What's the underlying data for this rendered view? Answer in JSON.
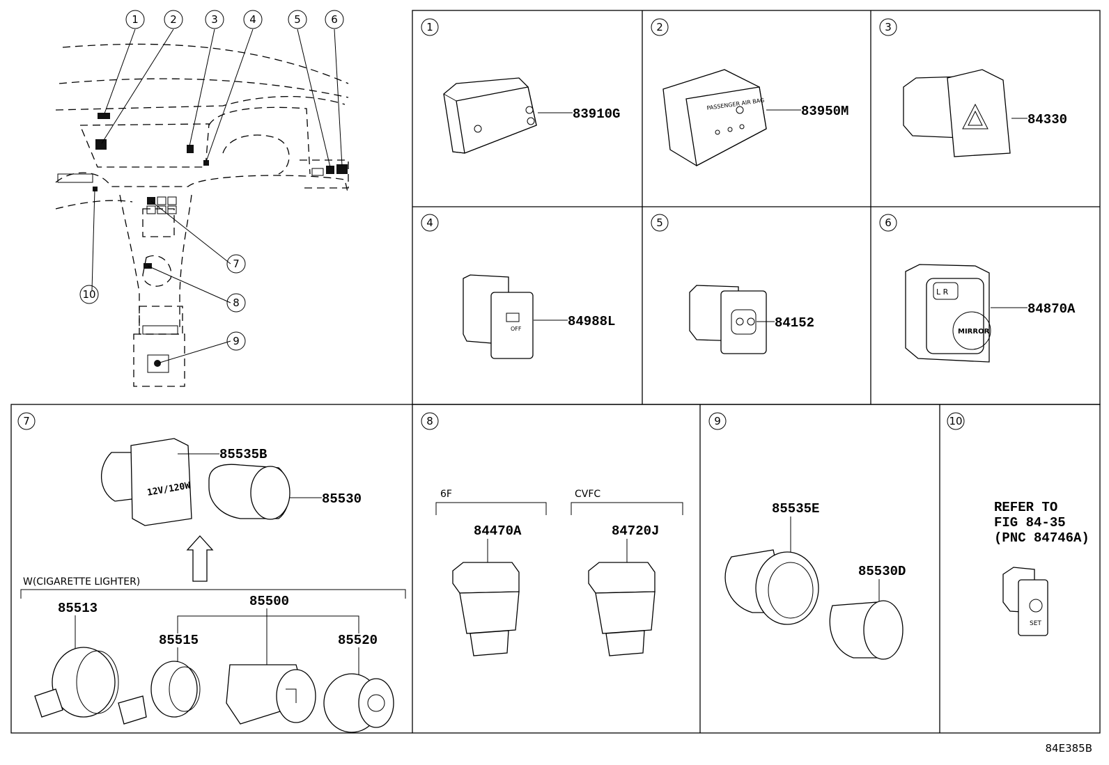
{
  "diagram_code": "84E385B",
  "overview": {
    "callouts": [
      "1",
      "2",
      "3",
      "4",
      "5",
      "6",
      "7",
      "8",
      "9",
      "10"
    ]
  },
  "panels": [
    {
      "id": "p1",
      "callout": "1",
      "parts": [
        {
          "pnc": "83910G"
        }
      ]
    },
    {
      "id": "p2",
      "callout": "2",
      "parts": [
        {
          "pnc": "83950M"
        }
      ],
      "switch_text": "PASSENGER AIR BAG"
    },
    {
      "id": "p3",
      "callout": "3",
      "parts": [
        {
          "pnc": "84330"
        }
      ]
    },
    {
      "id": "p4",
      "callout": "4",
      "parts": [
        {
          "pnc": "84988L"
        }
      ],
      "switch_text": "OFF"
    },
    {
      "id": "p5",
      "callout": "5",
      "parts": [
        {
          "pnc": "84152"
        }
      ]
    },
    {
      "id": "p6",
      "callout": "6",
      "parts": [
        {
          "pnc": "84870A"
        }
      ],
      "switch_text": "MIRROR",
      "switch_lr": "L  R"
    },
    {
      "id": "p7",
      "callout": "7",
      "parts": [
        {
          "pnc": "85535B"
        },
        {
          "pnc": "85530"
        }
      ],
      "socket_text": "12V/120W",
      "group_label": "W(CIGARETTE LIGHTER)",
      "group_parts": [
        {
          "pnc": "85513"
        },
        {
          "pnc": "85500"
        },
        {
          "pnc": "85515"
        },
        {
          "pnc": "85520"
        }
      ]
    },
    {
      "id": "p8",
      "callout": "8",
      "groups": [
        {
          "label": "6F",
          "pnc": "84470A"
        },
        {
          "label": "CVFC",
          "pnc": "84720J"
        }
      ]
    },
    {
      "id": "p9",
      "callout": "9",
      "parts": [
        {
          "pnc": "85535E"
        },
        {
          "pnc": "85530D"
        }
      ]
    },
    {
      "id": "p10",
      "callout": "10",
      "note_lines": [
        "REFER TO",
        "FIG 84-35",
        "(PNC 84746A)"
      ],
      "switch_text": "SET"
    }
  ]
}
